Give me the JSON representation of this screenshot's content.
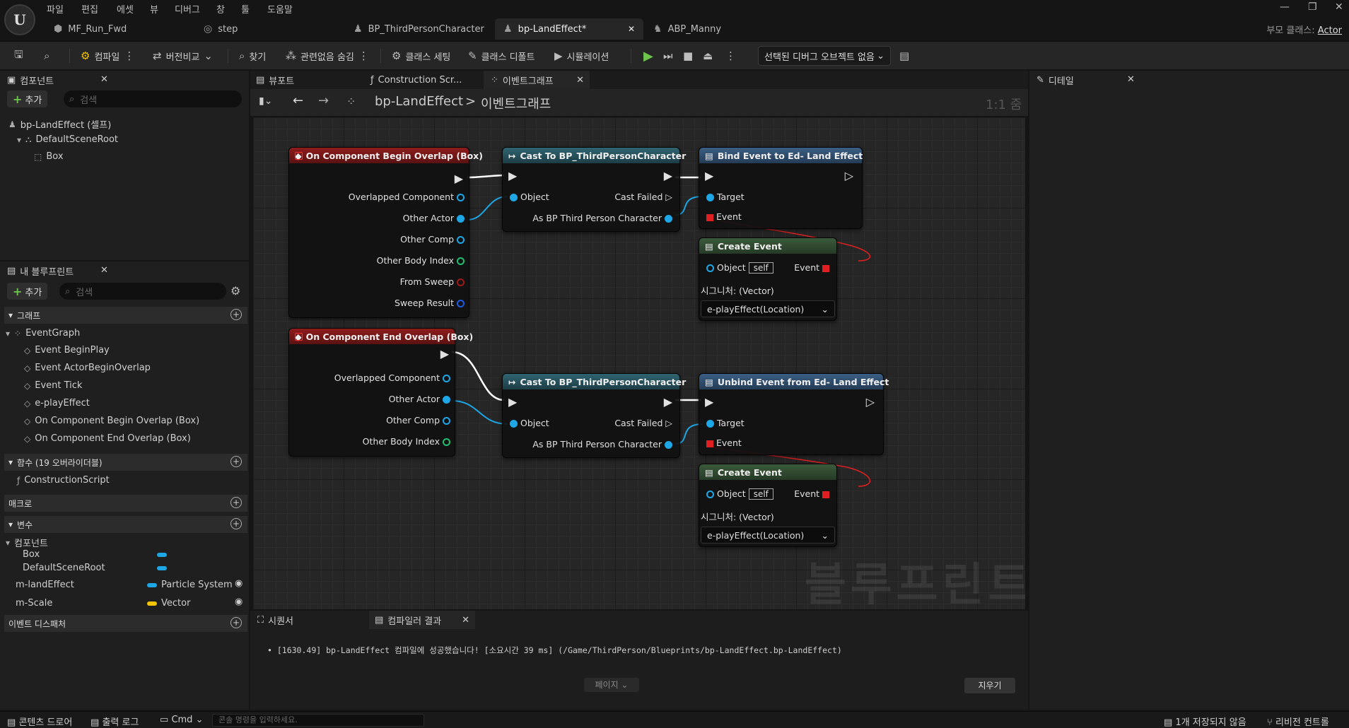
{
  "menu": [
    "파일",
    "편집",
    "에셋",
    "뷰",
    "디버그",
    "창",
    "툴",
    "도움말"
  ],
  "logo": "U",
  "window_controls": [
    "—",
    "❐",
    "✕"
  ],
  "parent_class": {
    "label": "부모 클래스:",
    "value": "Actor"
  },
  "tabs": [
    {
      "label": "MF_Run_Fwd",
      "icon": "material-function-icon"
    },
    {
      "label": "step",
      "icon": "animation-icon"
    },
    {
      "label": "BP_ThirdPersonCharacter",
      "icon": "character-icon"
    },
    {
      "label": "bp-LandEffect*",
      "icon": "blueprint-icon",
      "active": true,
      "close": "✕"
    },
    {
      "label": "ABP_Manny",
      "icon": "anim-blueprint-icon"
    }
  ],
  "toolbar": {
    "compile": "컴파일",
    "diff": "버전비교",
    "find": "찾기",
    "hide_unrelated": "관련없음 숨김",
    "class_settings": "클래스 세팅",
    "class_defaults": "클래스 디폴트",
    "simulation": "시뮬레이션",
    "debug_select": "선택된 디버그 오브젝트 없음"
  },
  "components_panel": {
    "title": "컴포넌트",
    "add": "추가",
    "search_placeholder": "검색",
    "root": "bp-LandEffect (셀프)",
    "scene_root": "DefaultSceneRoot",
    "box": "Box"
  },
  "my_blueprint": {
    "title": "내 블루프린트",
    "add": "추가",
    "search_placeholder": "검색",
    "graphs_header": "그래프",
    "event_graph": "EventGraph",
    "events": [
      "Event BeginPlay",
      "Event ActorBeginOverlap",
      "Event Tick",
      "e-playEffect",
      "On Component Begin Overlap (Box)",
      "On Component End Overlap (Box)"
    ],
    "functions_header": "함수 (19 오버라이더블)",
    "construction_script": "ConstructionScript",
    "macros_header": "매크로",
    "variables_header": "변수",
    "components_group": "컴포넌트",
    "comp_vars": [
      "Box",
      "DefaultSceneRoot"
    ],
    "vars": [
      {
        "name": "m-landEffect",
        "type": "Particle System",
        "color": "#1ea7e6"
      },
      {
        "name": "m-Scale",
        "type": "Vector",
        "color": "#f5c400"
      }
    ],
    "dispatchers_header": "이벤트 디스패처"
  },
  "graph_tabs": {
    "viewport": "뷰포트",
    "construction": "Construction Scr...",
    "event_graph": "이벤트그래프"
  },
  "breadcrumb": {
    "blueprint": "bp-LandEffect",
    "sep": ">",
    "graph": "이벤트그래프",
    "zoom": "1:1 줌"
  },
  "nodes": {
    "begin_overlap": {
      "title": "On Component Begin Overlap (Box)",
      "pins": [
        "Overlapped Component",
        "Other Actor",
        "Other Comp",
        "Other Body Index",
        "From Sweep",
        "Sweep Result"
      ]
    },
    "end_overlap": {
      "title": "On Component End Overlap (Box)",
      "pins": [
        "Overlapped Component",
        "Other Actor",
        "Other Comp",
        "Other Body Index"
      ]
    },
    "cast": {
      "title": "Cast To BP_ThirdPersonCharacter",
      "object": "Object",
      "cast_failed": "Cast Failed",
      "as_char": "As BP Third Person Character"
    },
    "bind": {
      "title": "Bind Event to Ed- Land Effect",
      "target": "Target",
      "event": "Event"
    },
    "unbind": {
      "title": "Unbind Event from Ed- Land Effect",
      "target": "Target",
      "event": "Event"
    },
    "create_event": {
      "title": "Create Event",
      "object": "Object",
      "self": "self",
      "event": "Event",
      "signature": "시그니처: (Vector)",
      "selected": "e-playEffect(Location)"
    }
  },
  "watermark": "블루프린트",
  "details_panel": {
    "title": "디테일"
  },
  "bottom": {
    "sequencer_tab": "시퀀서",
    "compiler_tab": "컴파일러 결과",
    "log": "[1630.49] bp-LandEffect 컴파일에 성공했습니다! [소요시간 39 ms] (/Game/ThirdPerson/Blueprints/bp-LandEffect.bp-LandEffect)",
    "page": "페이지",
    "clear": "지우기"
  },
  "status": {
    "content_drawer": "콘텐츠 드로어",
    "output_log": "출력 로그",
    "cmd": "Cmd",
    "console_placeholder": "콘솔 명령을 입력하세요.",
    "unsaved": "1개 저장되지 않음",
    "revision": "리비전 컨트롤"
  },
  "colors": {
    "accent_green": "#6dc34c",
    "object_pin": "#1ea7e6",
    "delegate_pin": "#e02020",
    "event_header": "#8e1c1c",
    "cast_header": "#2f6470"
  }
}
